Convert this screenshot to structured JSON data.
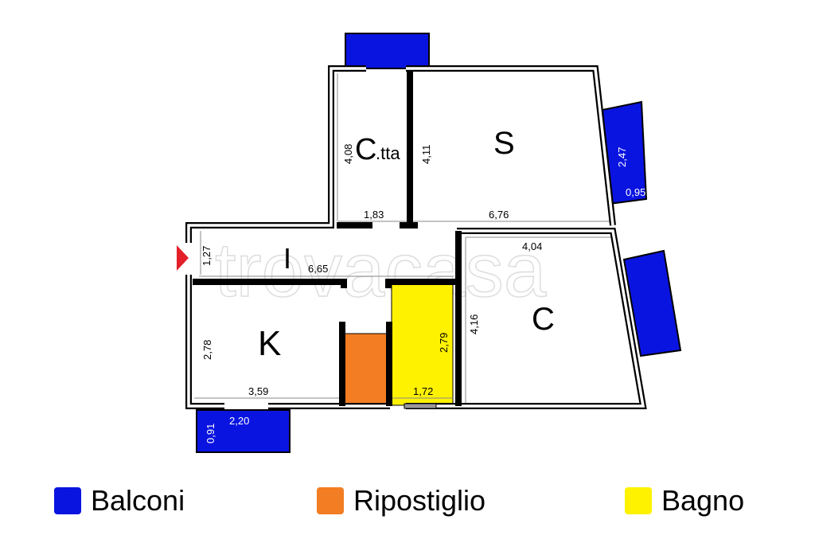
{
  "title": "Floor plan",
  "watermark": "trovacasa",
  "colors": {
    "balconi": "#0a14e0",
    "ripostiglio": "#f37d22",
    "bagno": "#fff200",
    "entrance": "#e3202a"
  },
  "rooms": {
    "cucinotta": {
      "label": "C",
      "suffix": ".tta",
      "dims": [
        "4,08",
        "1,83"
      ]
    },
    "soggiorno": {
      "label": "S",
      "dims": [
        "4,11",
        "6,76"
      ]
    },
    "ingresso": {
      "label": "I",
      "dims": [
        "1,27",
        "6,65"
      ]
    },
    "camera": {
      "label": "C",
      "dims": [
        "4,04",
        "4,16"
      ]
    },
    "cucina": {
      "label": "K",
      "dims": [
        "2,78",
        "3,59"
      ]
    },
    "bagno": {
      "dims": [
        "2,79",
        "1,72"
      ]
    },
    "balcone_s": {
      "dims": [
        "2,47",
        "0,95"
      ]
    },
    "balcone_k": {
      "dims": [
        "2,20",
        "0,91"
      ]
    }
  },
  "legend": [
    {
      "label": "Balconi",
      "color": "#0a14e0"
    },
    {
      "label": "Ripostiglio",
      "color": "#f37d22"
    },
    {
      "label": "Bagno",
      "color": "#fff200"
    }
  ]
}
